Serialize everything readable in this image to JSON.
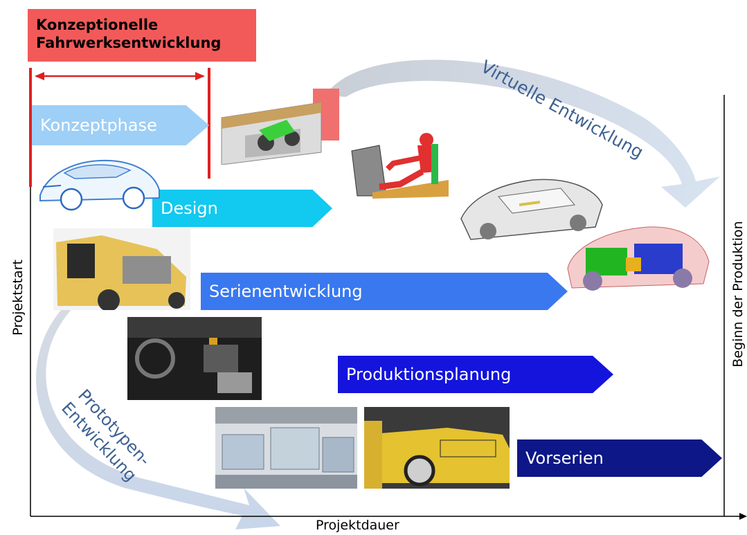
{
  "title": {
    "line1": "Konzeptionelle",
    "line2": "Fahrwerksentwicklung"
  },
  "phases": {
    "konzept": "Konzeptphase",
    "design": "Design",
    "serien": "Serienentwicklung",
    "produktion": "Produktionsplanung",
    "vorserien": "Vorserien"
  },
  "axes": {
    "x_label": "Projektdauer",
    "y_label": "Projektstart",
    "right_label": "Beginn der Produktion"
  },
  "curves": {
    "virtual": "Virtuelle Entwicklung",
    "prototype_line1": "Prototypen-",
    "prototype_line2": "Entwicklung"
  },
  "colors": {
    "title_bg": "#f25a5a",
    "bracket": "#e02020",
    "konzept": "#9ecff6",
    "design": "#12c9ef",
    "serien": "#3a78f0",
    "produktion": "#1414dc",
    "vorserien": "#0d1787",
    "curve_text": "#3e6192"
  }
}
